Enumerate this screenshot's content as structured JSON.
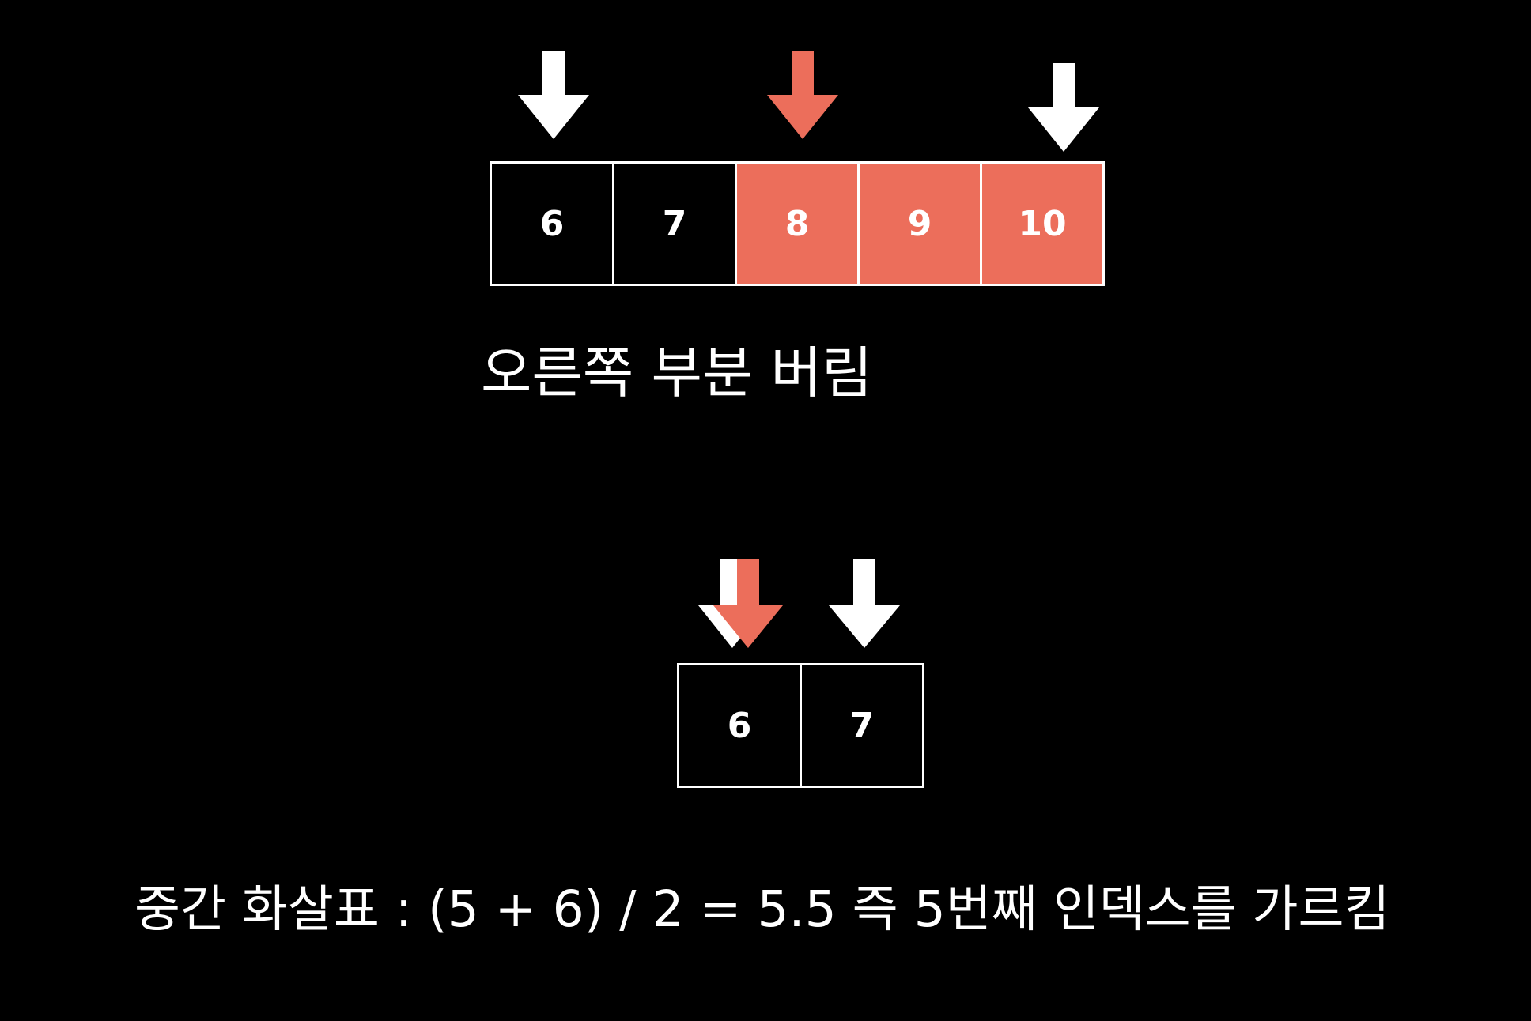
{
  "colors": {
    "background": "#000000",
    "foreground": "#ffffff",
    "highlight": "#ec6e5b"
  },
  "top_array": {
    "cells": [
      {
        "value": "6",
        "discarded": false
      },
      {
        "value": "7",
        "discarded": false
      },
      {
        "value": "8",
        "discarded": true
      },
      {
        "value": "9",
        "discarded": true
      },
      {
        "value": "10",
        "discarded": true
      }
    ],
    "pointers": [
      {
        "role": "start",
        "cell_index": 0,
        "color": "#ffffff"
      },
      {
        "role": "mid",
        "cell_index": 2,
        "color": "#ec6e5b"
      },
      {
        "role": "end",
        "cell_index": 4,
        "color": "#ffffff"
      }
    ],
    "caption": "오른쪽 부분 버림"
  },
  "bottom_array": {
    "cells": [
      {
        "value": "6",
        "discarded": false
      },
      {
        "value": "7",
        "discarded": false
      }
    ],
    "pointers": [
      {
        "role": "start",
        "cell_index": 0,
        "color": "#ffffff"
      },
      {
        "role": "mid",
        "cell_index": 0,
        "color": "#ec6e5b"
      },
      {
        "role": "end",
        "cell_index": 1,
        "color": "#ffffff"
      }
    ],
    "caption": "중간 화살표 : (5 + 6) / 2 = 5.5 즉 5번째 인덱스를 가르킴"
  }
}
